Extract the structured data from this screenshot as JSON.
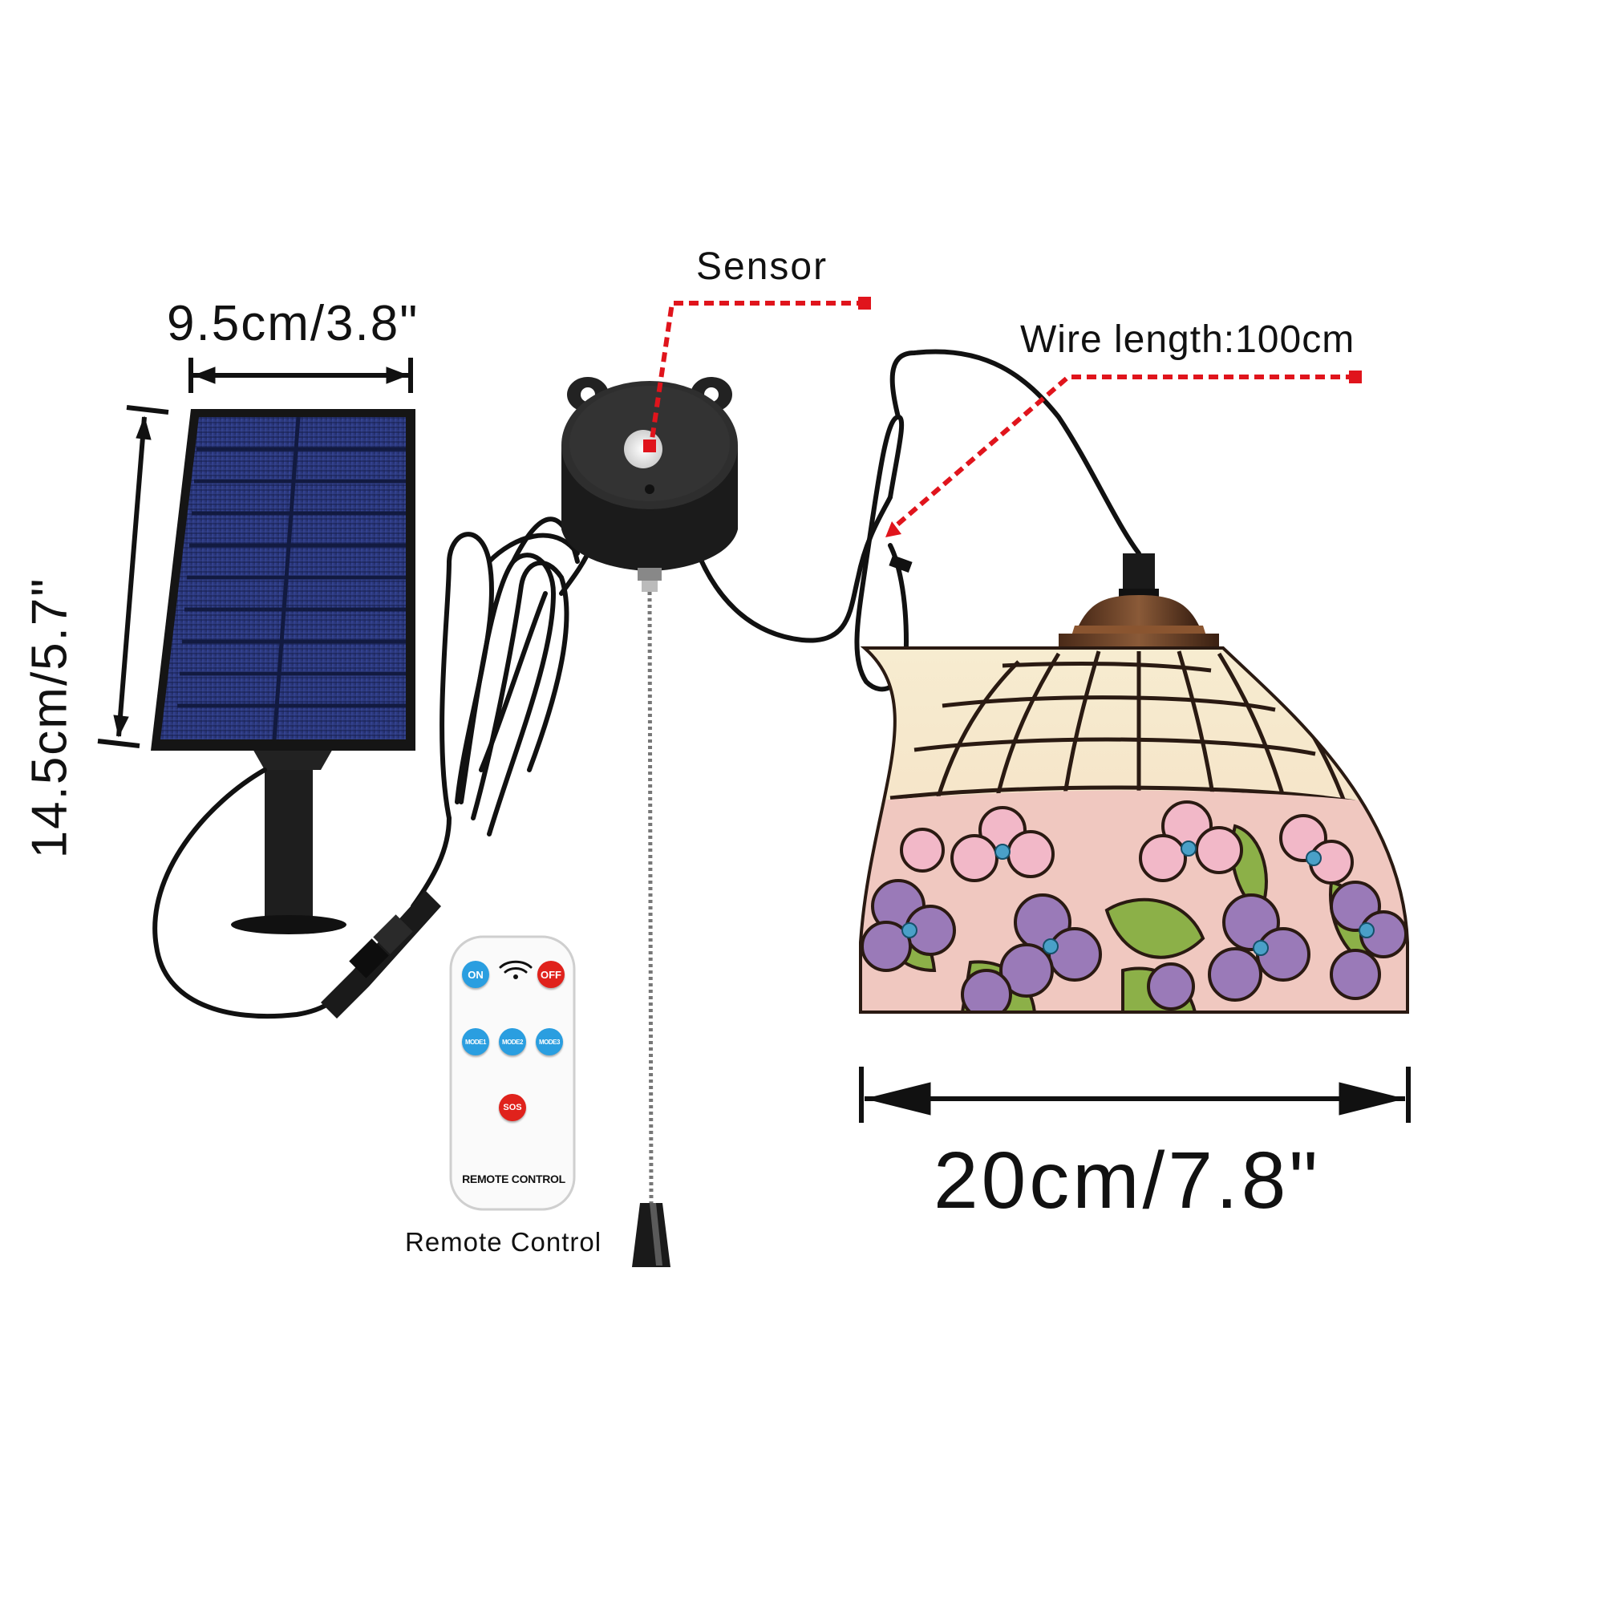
{
  "labels": {
    "sensor": "Sensor",
    "wire_length": "Wire length:100cm",
    "panel_width": "9.5cm/3.8\"",
    "panel_height": "14.5cm/5.7\"",
    "shade_width": "20cm/7.8\"",
    "remote_caption": "Remote Control"
  },
  "remote": {
    "on": "ON",
    "off": "OFF",
    "mode1": "MODE1",
    "mode2": "MODE2",
    "mode3": "MODE3",
    "sos": "SOS",
    "title": "REMOTE CONTROL"
  },
  "colors": {
    "callout_red": "#e0141c",
    "button_blue": "#2a9ee0",
    "button_red": "#e0221c",
    "panel_blue": "#2b3a82"
  }
}
